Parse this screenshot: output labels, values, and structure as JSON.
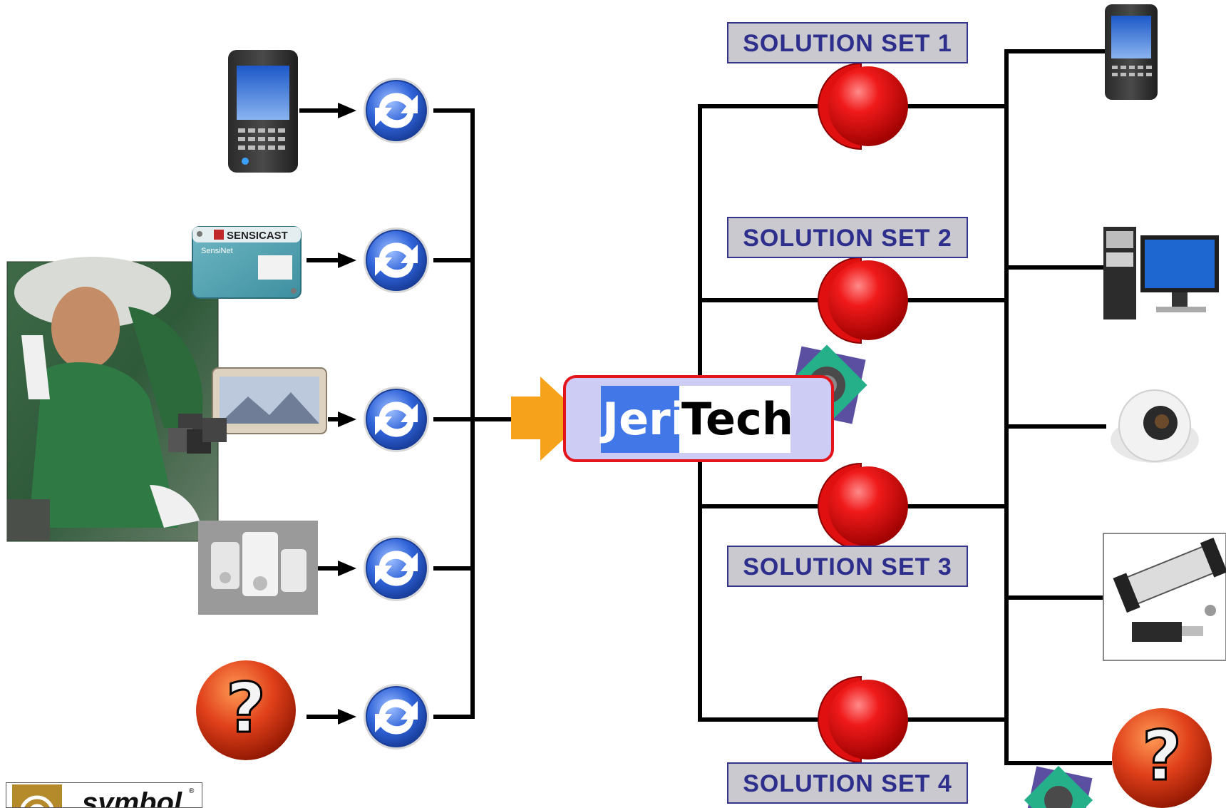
{
  "center": {
    "brand_part1": "Jeri",
    "brand_part2": "Tech"
  },
  "solution_sets": [
    {
      "label": "SOLUTION SET 1"
    },
    {
      "label": "SOLUTION SET 2"
    },
    {
      "label": "SOLUTION SET 3"
    },
    {
      "label": "SOLUTION SET 4"
    }
  ],
  "left_devices": [
    {
      "name": "mobile computer",
      "icon": "mobile-computer-icon"
    },
    {
      "name": "sensicast sensor",
      "icon": "sensor-icon",
      "brand": "SENSICAST",
      "model": "SensiNet"
    },
    {
      "name": "rfid reader with tags",
      "icon": "rfid-reader-icon"
    },
    {
      "name": "motion detectors",
      "icon": "motion-detector-icon"
    },
    {
      "name": "unknown device",
      "icon": "question-icon"
    }
  ],
  "right_devices": [
    {
      "name": "mobile computer",
      "icon": "mobile-computer-icon"
    },
    {
      "name": "desktop pc",
      "icon": "desktop-pc-icon"
    },
    {
      "name": "dome camera",
      "icon": "dome-camera-icon"
    },
    {
      "name": "pneumatic actuator",
      "icon": "actuator-icon"
    },
    {
      "name": "unknown device",
      "icon": "question-icon"
    }
  ],
  "footer": {
    "logo_text": "symbol",
    "registered_mark": "®"
  },
  "colors": {
    "label_bg": "#c9c9cf",
    "label_text": "#2e2e8c",
    "node_red": "#e01010",
    "sync_blue": "#2f62d8",
    "arrow_orange": "#f7a21b",
    "jeri_blue": "#4277e8",
    "frame_red": "#e5141b"
  }
}
